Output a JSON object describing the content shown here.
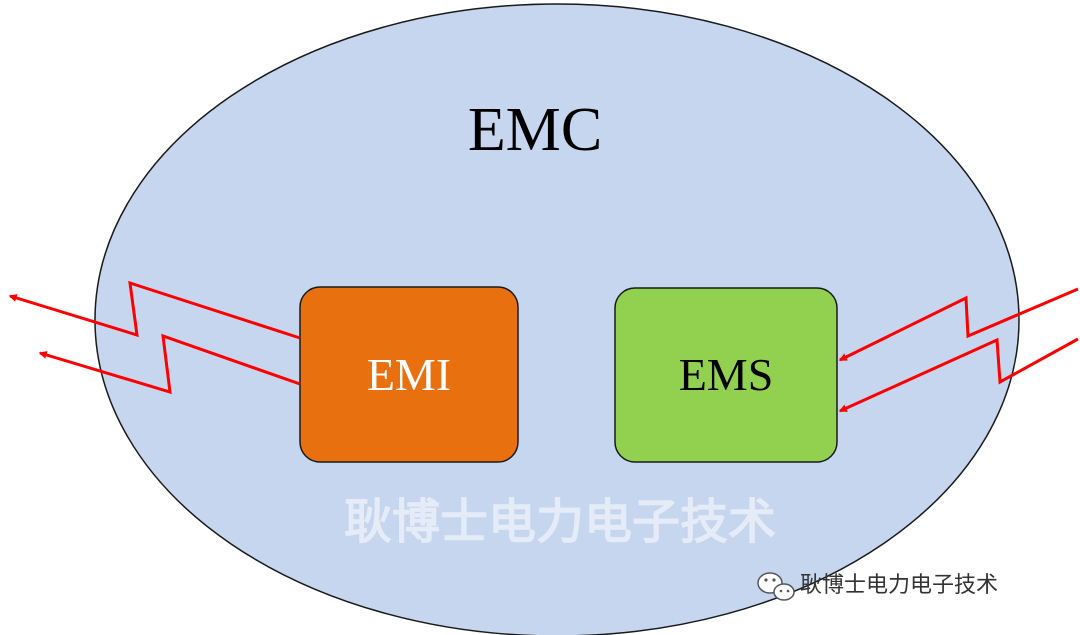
{
  "diagram": {
    "outer_label": "EMC",
    "boxes": [
      {
        "id": "emi",
        "label": "EMI",
        "fill": "#E8700F",
        "text_color": "#ffffff"
      },
      {
        "id": "ems",
        "label": "EMS",
        "fill": "#92D050",
        "text_color": "#000000"
      }
    ],
    "outer_fill": "#C5D6EE",
    "arrow_color": "#FF0000",
    "arrows": {
      "emi_direction": "outward",
      "ems_direction": "inward"
    }
  },
  "watermark": {
    "text": "耿博士电力电子技术"
  },
  "credit": {
    "icon": "wechat-icon",
    "text": "耿博士电力电子技术"
  }
}
